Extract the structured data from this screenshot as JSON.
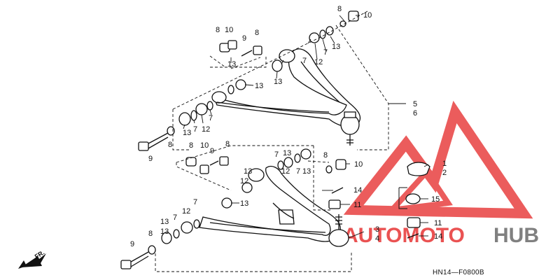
{
  "diagram": {
    "drawing_code": "HN14—F0800B",
    "direction_arrow_label": "FR.",
    "watermark": {
      "text_first": "AUTOMOTO",
      "text_second": "HUB",
      "color_primary": "#e84040",
      "color_secondary": "#7a7a7a"
    },
    "callouts": [
      {
        "id": "c-upper-8-top",
        "label": "8"
      },
      {
        "id": "c-upper-10-top",
        "label": "10"
      },
      {
        "id": "c-upper-13-a",
        "label": "13"
      },
      {
        "id": "c-upper-7-a",
        "label": "7"
      },
      {
        "id": "c-upper-12-a",
        "label": "12"
      },
      {
        "id": "c-upper-7-b",
        "label": "7"
      },
      {
        "id": "c-upper-13-b",
        "label": "13"
      },
      {
        "id": "c-upper-8-l",
        "label": "8"
      },
      {
        "id": "c-upper-10-l",
        "label": "10"
      },
      {
        "id": "c-upper-9-l",
        "label": "9"
      },
      {
        "id": "c-upper-8-l2",
        "label": "8"
      },
      {
        "id": "c-upper-13-c",
        "label": "13"
      },
      {
        "id": "c-upper-13-d",
        "label": "13"
      },
      {
        "id": "c-upper-7-c",
        "label": "7"
      },
      {
        "id": "c-upper-7-d",
        "label": "7"
      },
      {
        "id": "c-upper-12-b",
        "label": "12"
      },
      {
        "id": "c-upper-13-e",
        "label": "13"
      },
      {
        "id": "c-upper-8-bolt",
        "label": "8"
      },
      {
        "id": "c-upper-9-bolt",
        "label": "9"
      },
      {
        "id": "c-right-5",
        "label": "5"
      },
      {
        "id": "c-right-6",
        "label": "6"
      },
      {
        "id": "c-lower-8-a",
        "label": "8"
      },
      {
        "id": "c-lower-10-a",
        "label": "10"
      },
      {
        "id": "c-lower-9-a",
        "label": "9"
      },
      {
        "id": "c-lower-8-b",
        "label": "8"
      },
      {
        "id": "c-lower-7-a",
        "label": "7"
      },
      {
        "id": "c-lower-13-a",
        "label": "13"
      },
      {
        "id": "c-lower-12-a",
        "label": "12"
      },
      {
        "id": "c-lower-7-b",
        "label": "7"
      },
      {
        "id": "c-lower-13-b",
        "label": "13"
      },
      {
        "id": "c-lower-8-c",
        "label": "8"
      },
      {
        "id": "c-lower-10-b",
        "label": "10"
      },
      {
        "id": "c-lower-13-c",
        "label": "13"
      },
      {
        "id": "c-lower-12-b",
        "label": "12"
      },
      {
        "id": "c-lower-13-d",
        "label": "13"
      },
      {
        "id": "c-lower-14-a",
        "label": "14"
      },
      {
        "id": "c-lower-11-a",
        "label": "11"
      },
      {
        "id": "c-lower-13-e",
        "label": "13"
      },
      {
        "id": "c-lower-7-c",
        "label": "7"
      },
      {
        "id": "c-lower-12-c",
        "label": "12"
      },
      {
        "id": "c-lower-7-d",
        "label": "7"
      },
      {
        "id": "c-lower-13-f",
        "label": "13"
      },
      {
        "id": "c-lower-8-d",
        "label": "8"
      },
      {
        "id": "c-lower-9-b",
        "label": "9"
      },
      {
        "id": "c-lower-3",
        "label": "3"
      },
      {
        "id": "c-lower-4",
        "label": "4"
      },
      {
        "id": "c-side-1",
        "label": "1"
      },
      {
        "id": "c-side-2",
        "label": "2"
      },
      {
        "id": "c-side-15",
        "label": "15"
      },
      {
        "id": "c-side-11",
        "label": "11"
      },
      {
        "id": "c-side-14",
        "label": "14"
      }
    ]
  }
}
